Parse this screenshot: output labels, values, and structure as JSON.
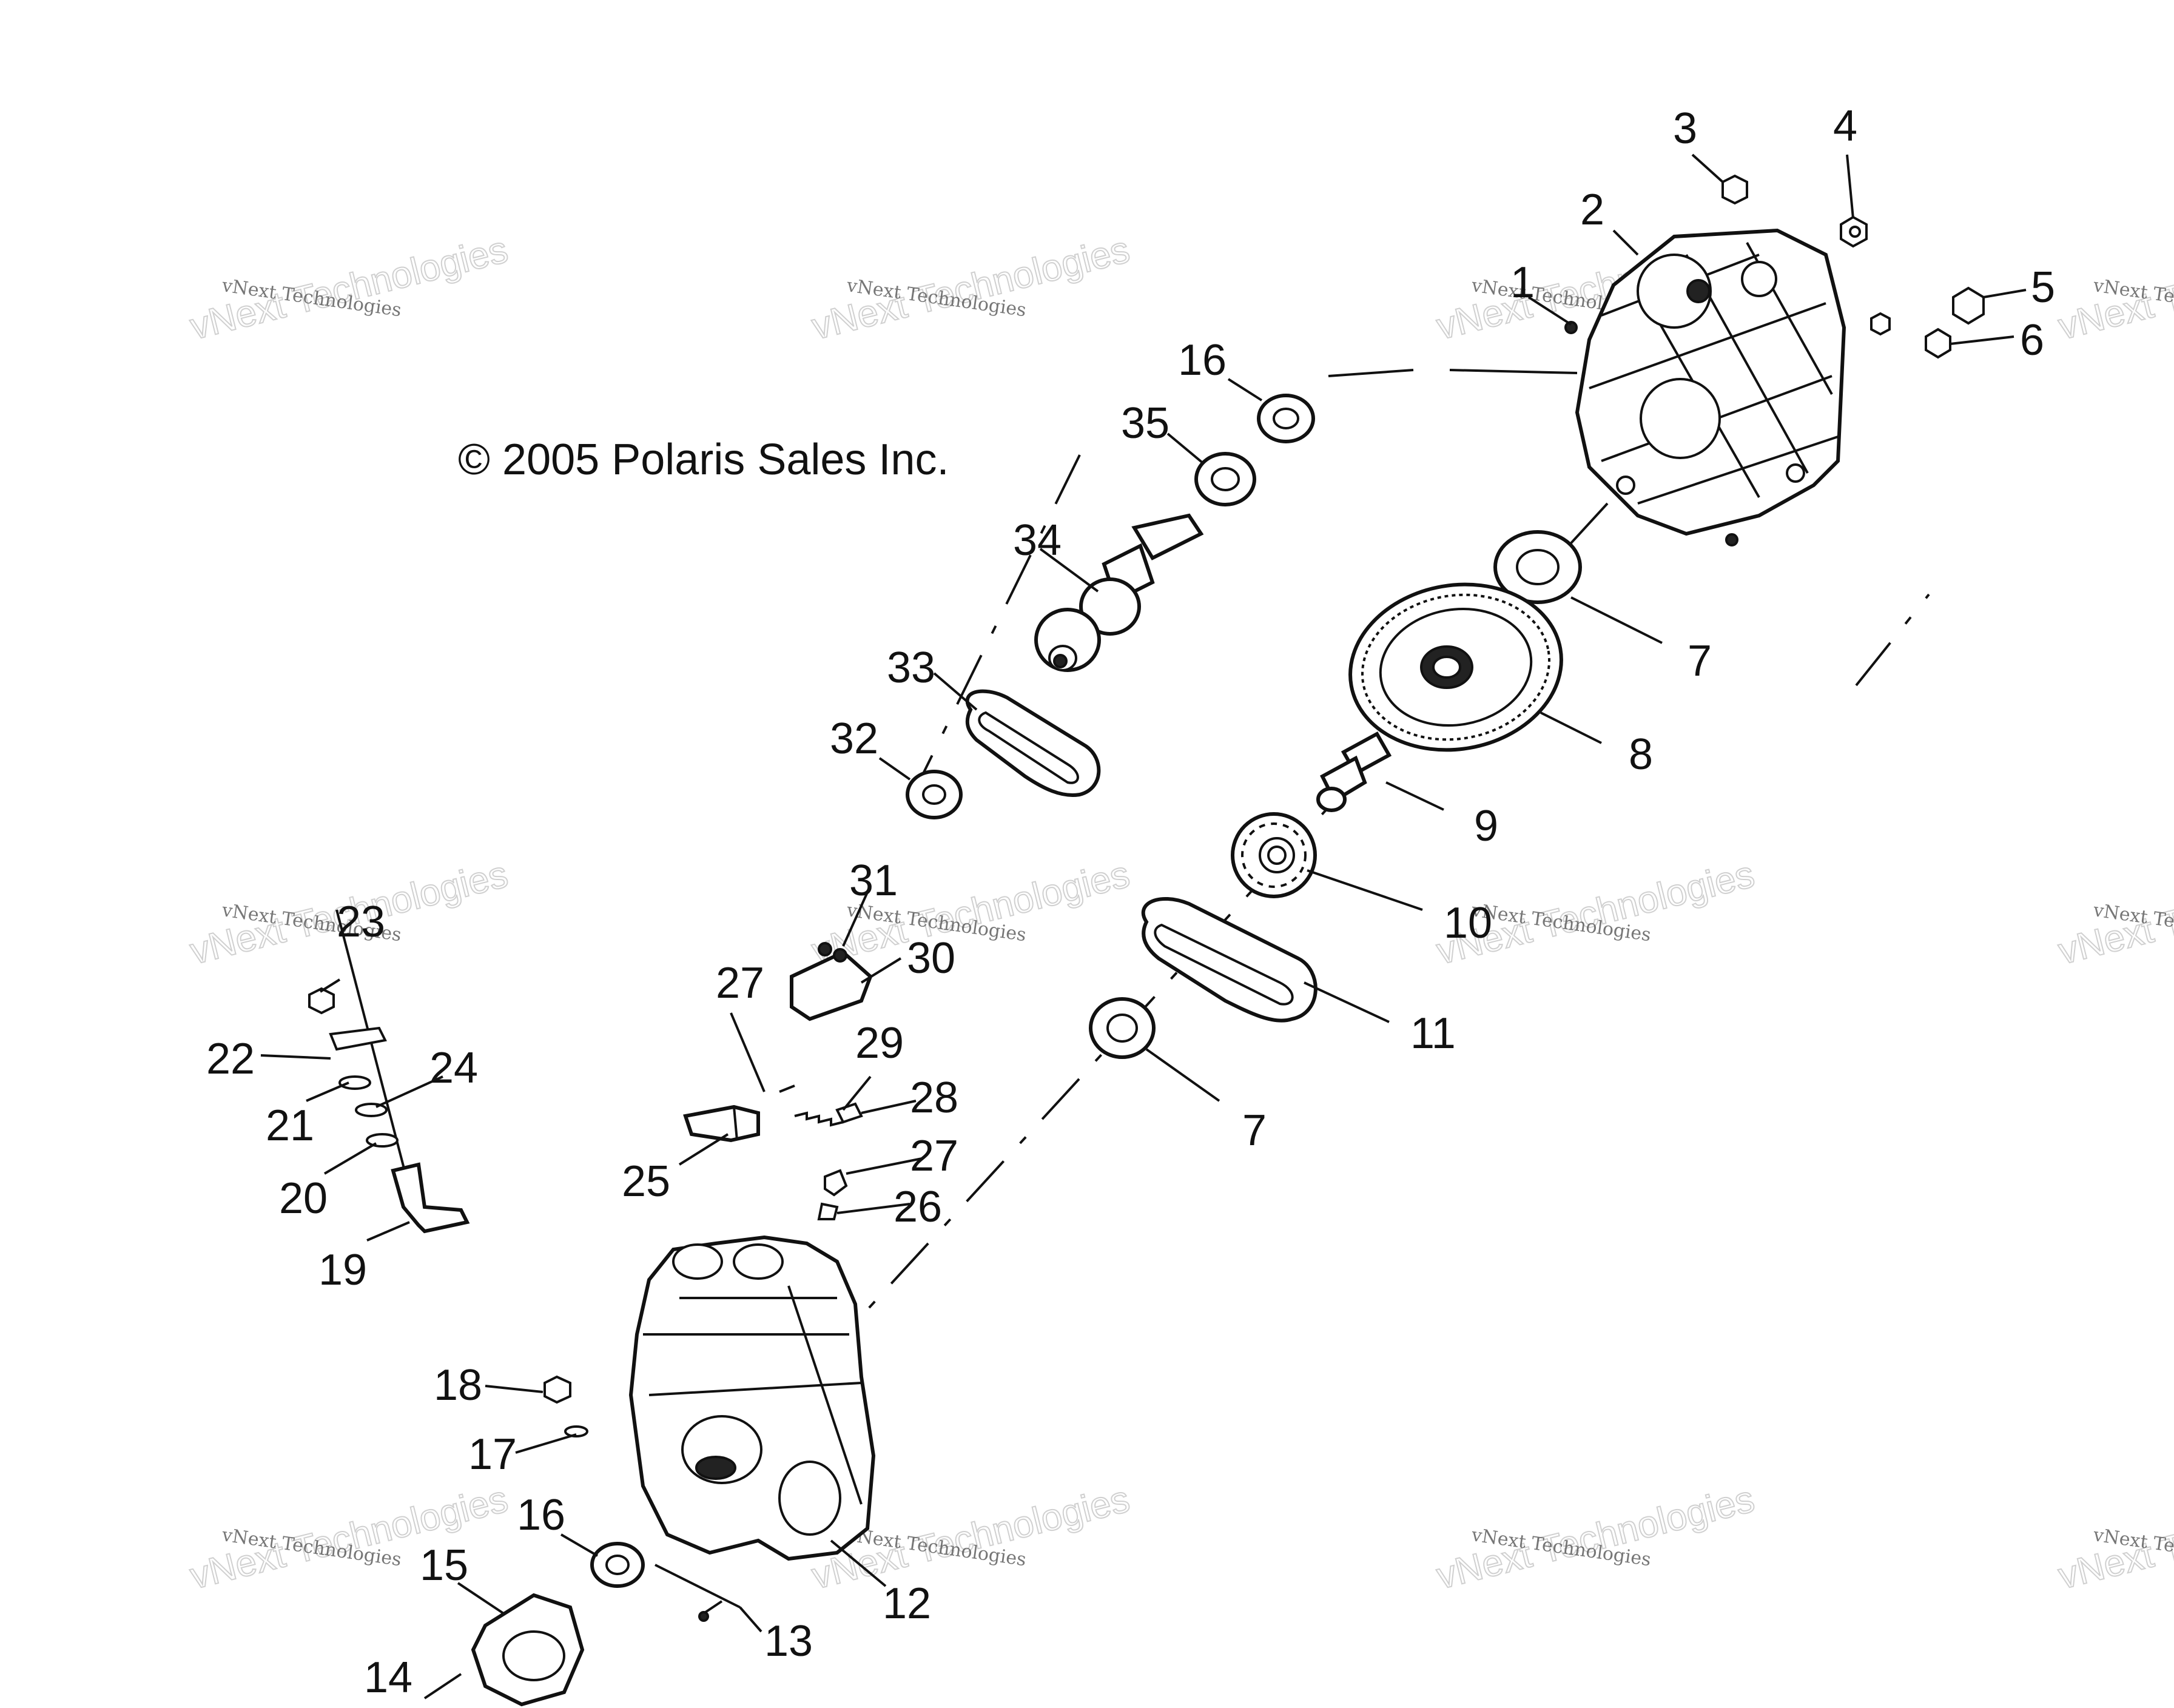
{
  "copyright": "© 2005 Polaris Sales Inc.",
  "watermark": {
    "large": "vNext Technologies",
    "small": "vNext Technologies"
  },
  "callouts": {
    "c1": "1",
    "c2": "2",
    "c3": "3",
    "c4": "4",
    "c5": "5",
    "c6": "6",
    "c7a": "7",
    "c7b": "7",
    "c8": "8",
    "c9": "9",
    "c10": "10",
    "c11": "11",
    "c12": "12",
    "c13": "13",
    "c14": "14",
    "c15": "15",
    "c16a": "16",
    "c16b": "16",
    "c17": "17",
    "c18": "18",
    "c19": "19",
    "c20": "20",
    "c21": "21",
    "c22": "22",
    "c23": "23",
    "c24": "24",
    "c25": "25",
    "c26": "26",
    "c27a": "27",
    "c27b": "27",
    "c28": "28",
    "c29": "29",
    "c30": "30",
    "c31": "31",
    "c32": "32",
    "c33": "33",
    "c34": "34",
    "c35": "35"
  }
}
